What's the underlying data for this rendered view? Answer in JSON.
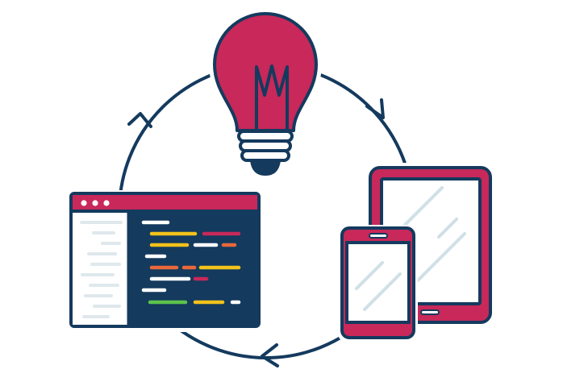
{
  "colors": {
    "navy": "#143a5e",
    "crimson": "#c8285a",
    "white": "#ffffff",
    "sidebar_lines": "#dfe8ec",
    "glass_reflection": "#cfe0e6",
    "code_white": "#ffffff",
    "code_yellow": "#f1c21b",
    "code_orange": "#e8683a",
    "code_pink": "#c8285a",
    "code_green": "#5cc34a"
  },
  "diagram": {
    "cycle_direction": "clockwise",
    "nodes": [
      {
        "id": "idea",
        "icon": "lightbulb-icon"
      },
      {
        "id": "devices",
        "icon": "tablet-and-phone-icon"
      },
      {
        "id": "code",
        "icon": "code-editor-window-icon"
      }
    ],
    "arrows": [
      {
        "from": "idea",
        "to": "devices"
      },
      {
        "from": "devices",
        "to": "code"
      },
      {
        "from": "code",
        "to": "idea"
      }
    ]
  }
}
